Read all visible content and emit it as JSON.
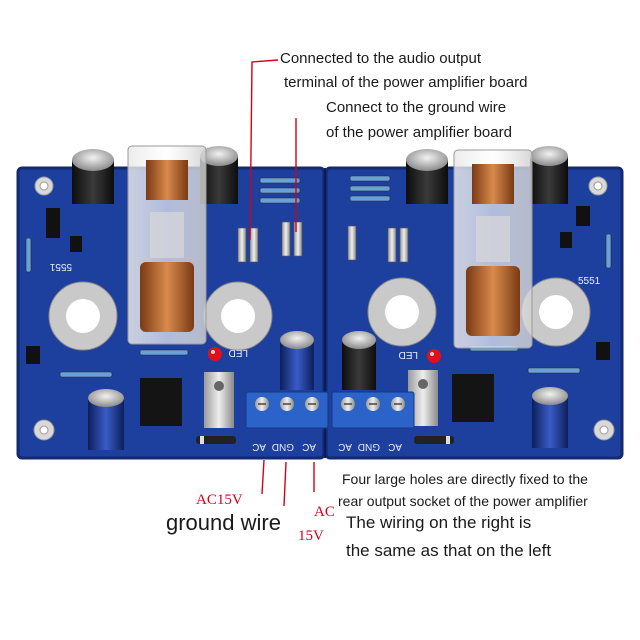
{
  "annotations": {
    "audio_output_line1": "Connected to the audio output",
    "audio_output_line2": "terminal of the power amplifier board",
    "ground_line1": "Connect to the ground wire",
    "ground_line2": "of the power amplifier board",
    "holes_line1": "Four large holes are directly fixed to the",
    "holes_line2": "rear output socket of the power amplifier",
    "wiring_line1": "The wiring on the right is",
    "wiring_line2": "the same as that on the left",
    "ac15v_left": "AC15V",
    "ground_wire": "ground wire",
    "ac_right": "AC",
    "v15_right": "15V"
  },
  "board_silkscreen": {
    "left_chip": "5551",
    "right_chip": "5551",
    "led_left": "LED",
    "led_right": "LED",
    "terminal_left": [
      "AC",
      "GND",
      "AC"
    ],
    "terminal_right": [
      "AC",
      "GND",
      "AC"
    ]
  },
  "colors": {
    "board": "#1d3f9e",
    "board_dark": "#132a73",
    "annotation_red": "#d0021b",
    "terminal_blue": "#2b63c9",
    "relay_copper": "#b8642e"
  }
}
